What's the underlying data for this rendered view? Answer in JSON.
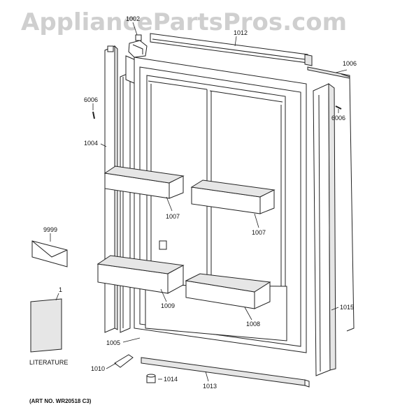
{
  "watermark": "AppliancePartsPros.com",
  "art_number": "(ART NO. WR20518 C3)",
  "literature_label": "LITERATURE",
  "callouts": {
    "c1002": "1002",
    "c1012": "1012",
    "c1006": "1006",
    "c6006_left": "6006",
    "c6006_right": "6006",
    "c1004": "1004",
    "c1007_left": "1007",
    "c1007_right": "1007",
    "c9999": "9999",
    "c1": "1",
    "c1009": "1009",
    "c1008": "1008",
    "c1015": "1015",
    "c1005": "1005",
    "c1010": "1010",
    "c1014": "1014",
    "c1013": "1013"
  },
  "colors": {
    "line": "#222222",
    "watermark": "#cfcfcf",
    "fill": "#ffffff",
    "shade": "#e6e6e6"
  }
}
